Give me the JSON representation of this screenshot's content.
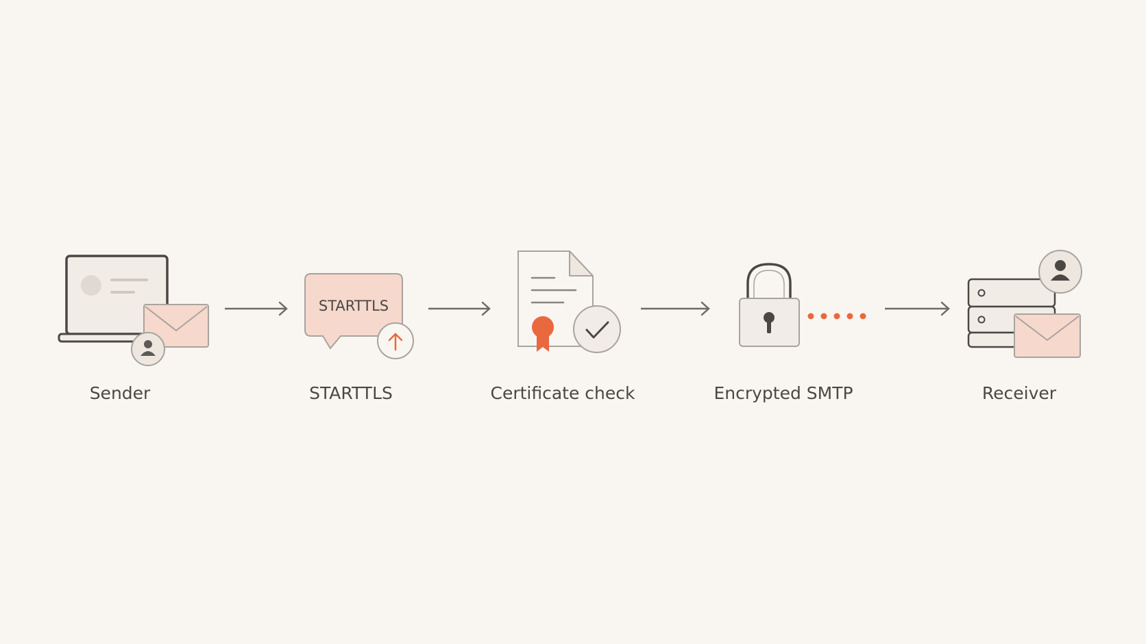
{
  "colors": {
    "background": "#f9f6f1",
    "stroke": "#4a4745",
    "light_stroke": "#a7a3a0",
    "blush": "#f6d9cc",
    "accent": "#e9683d",
    "panel": "#f1ece5"
  },
  "steps": [
    {
      "label": "Sender",
      "icon": "laptop-mail-icon"
    },
    {
      "label": "STARTTLS",
      "icon": "speech-bubble-upgrade-icon",
      "bubble_text": "STARTTLS"
    },
    {
      "label": "Certificate check",
      "icon": "certificate-check-icon"
    },
    {
      "label": "Encrypted SMTP",
      "icon": "padlock-icon"
    },
    {
      "label": "Receiver",
      "icon": "server-mail-icon"
    }
  ]
}
